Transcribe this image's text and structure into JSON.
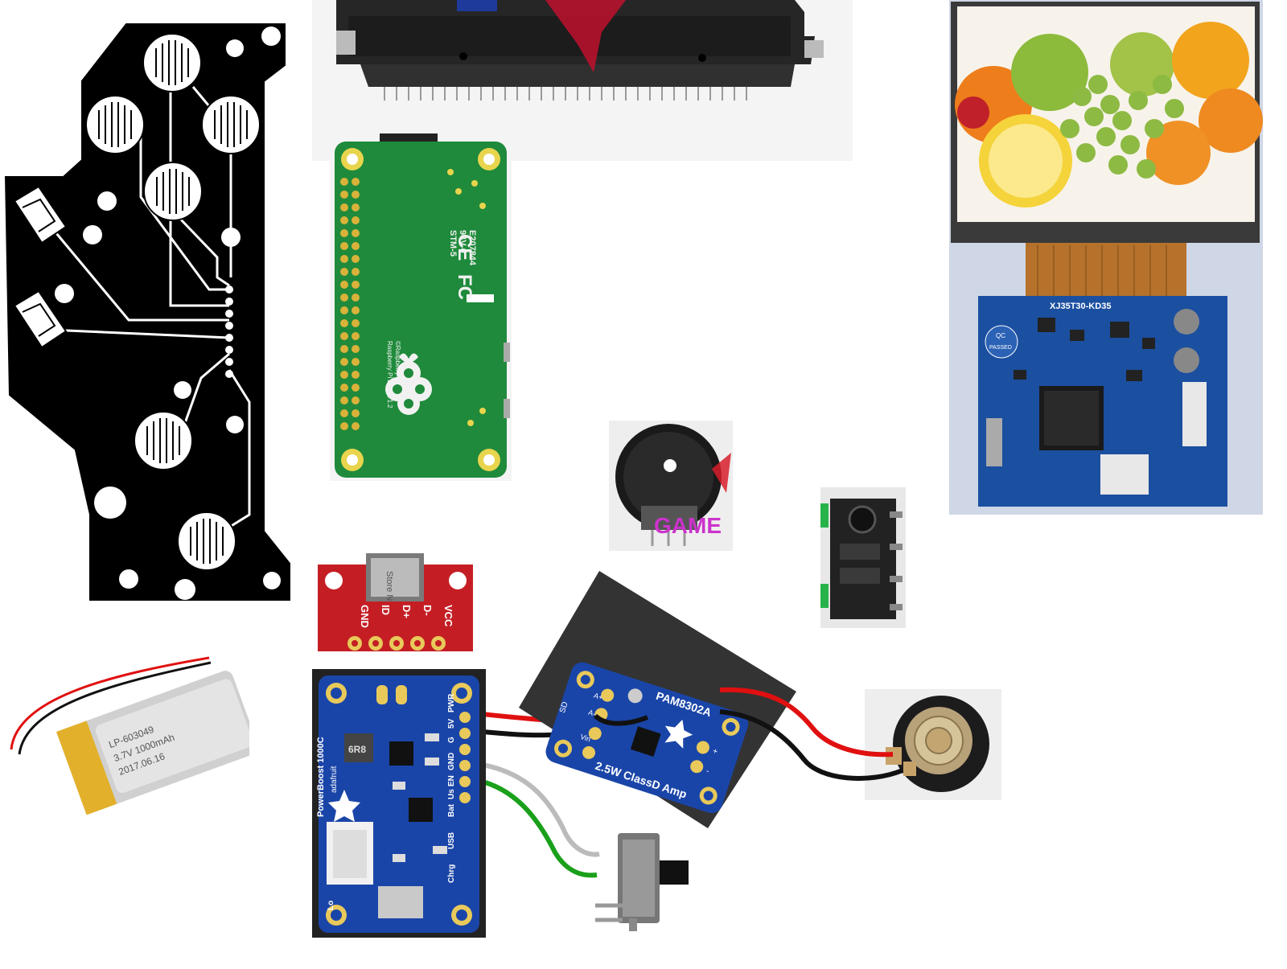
{
  "rpi": {
    "board_name": "Raspberry Pi Zero V1.2",
    "copyright": "©Raspberry Pi 2015",
    "marking_1": "STM-5",
    "marking_2": "94V-0",
    "marking_3": "E207844",
    "ce_mark": "CE",
    "fcc_mark": "FC"
  },
  "lcd_board": {
    "model": "XJ35T30-KD35",
    "qc_label": "QC",
    "qc_status": "PASSED"
  },
  "usb_breakout": {
    "pin_labels": [
      "GND",
      "ID",
      "D+",
      "D-",
      "VCC"
    ],
    "chip_text": "Store N"
  },
  "potentiometer": {
    "watermark": "GAME"
  },
  "powerboost": {
    "model": "PowerBoost 1000C",
    "brand": "adafruit",
    "inductor": "6R8",
    "pin_5v": "5V",
    "pin_pwr": "PWR",
    "pin_g": "G",
    "pin_gnd": "GND",
    "pin_en": "EN",
    "pin_bat": "Bat",
    "pin_us": "Us",
    "pin_usb": "USB",
    "pin_chrg": "Chrg",
    "pin_lo": "Lo"
  },
  "amplifier": {
    "model": "PAM8302A",
    "description": "2.5W ClassD Amp",
    "pin_sd": "SD",
    "pin_vin": "Vin",
    "pin_a_plus": "A+",
    "pin_a_minus": "A-",
    "pin_plus": "+",
    "pin_minus": "-"
  },
  "battery": {
    "line_1": "LP-603049",
    "line_2": "3.7V 1000mAh",
    "line_3": "2017.06.16"
  },
  "colors": {
    "pcb_green": "#1f8a3b",
    "adafruit_blue": "#1a45a8",
    "sparkfun_red": "#c41e24",
    "wire_red": "#e01010",
    "wire_black": "#111111",
    "wire_gray": "#bbbbbb",
    "wire_green": "#1aa01a"
  }
}
